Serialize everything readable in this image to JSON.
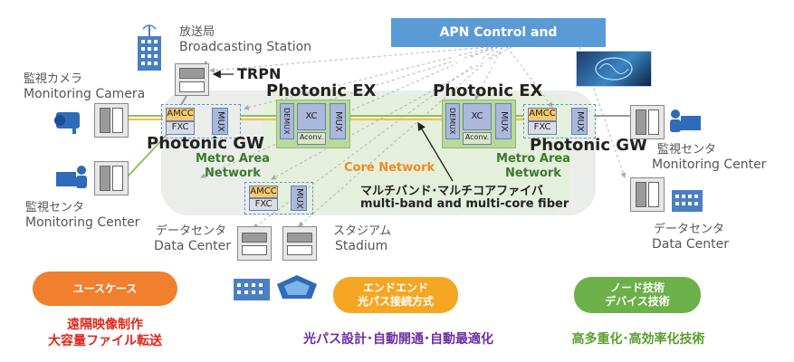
{
  "header": {
    "apn_label": "APN Control and Management"
  },
  "broadcast": {
    "jp": "放送局",
    "en": "Broadcasting Station",
    "trpn": "TRPN"
  },
  "camera": {
    "jp": "監視カメラ",
    "en": "Monitoring Camera"
  },
  "left_center": {
    "jp": "監視センタ",
    "en": "Monitoring Center"
  },
  "right_center": {
    "jp": "監視センタ",
    "en": "Monitoring Center"
  },
  "dc_left": {
    "jp": "データセンタ",
    "en": "Data Center"
  },
  "stadium": {
    "jp": "スタジアム",
    "en": "Stadium"
  },
  "dc_right": {
    "jp": "データセンタ",
    "en": "Data Center"
  },
  "network": {
    "ex_left": "Photonic EX",
    "ex_right": "Photonic EX",
    "gw_left": "Photonic GW",
    "gw_right": "Photonic GW",
    "metro_left": "Metro Area\nNetwork",
    "metro_right": "Metro Area\nNetwork",
    "core": "Core Network",
    "fiber_jp": "マルチバンド･マルチコアファイバ",
    "fiber_en": "multi-band and multi-core fiber"
  },
  "blocks": {
    "amcc": "AMCC",
    "fxc": "FXC",
    "mux": "MUX",
    "demux": "DEMUX",
    "xc": "XC",
    "aconv": "Aconv."
  },
  "bottom": {
    "usecase_pill": "ユースケース",
    "usecase_l1": "遠隔映像制作",
    "usecase_l2": "大容量ファイル転送",
    "e2e_pill_l1": "エンドエンド",
    "e2e_pill_l2": "光パス接続方式",
    "e2e_text": "光パス設計･自動開通･自動最適化",
    "node_pill_l1": "ノード技術",
    "node_pill_l2": "デバイス技術",
    "node_text": "高多重化･高効率化技術"
  },
  "colors": {
    "apn": "#5b9bd5",
    "usecase": "#f07f2e",
    "e2e": "#f5a623",
    "node": "#6cb04a",
    "red_text": "#e0261b",
    "purple_text": "#6b2fa3",
    "green_text": "#5a9e2e"
  }
}
